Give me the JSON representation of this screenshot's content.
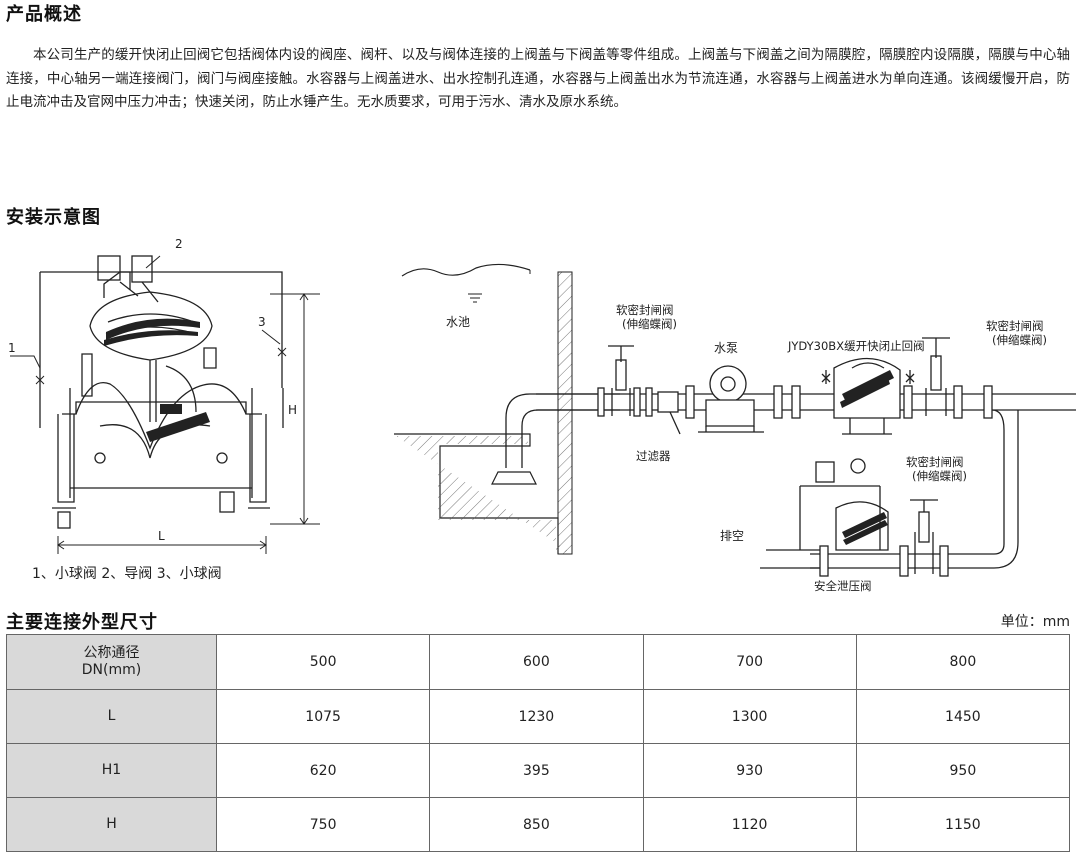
{
  "sections": {
    "overview_title": "产品概述",
    "overview_text": "本公司生产的缓开快闭止回阀它包括阀体内设的阀座、阀杆、以及与阀体连接的上阀盖与下阀盖等零件组成。上阀盖与下阀盖之间为隔膜腔，隔膜腔内设隔膜，隔膜与中心轴连接，中心轴另一端连接阀门，阀门与阀座接触。水容器与上阀盖进水、出水控制孔连通，水容器与上阀盖出水为节流连通，水容器与上阀盖进水为单向连通。该阀缓慢开启，防止电流冲击及官网中压力冲击；快速关闭，防止水锤产生。无水质要求，可用于污水、清水及原水系统。",
    "install_title": "安装示意图",
    "dims_title": "主要连接外型尺寸",
    "unit": "单位：mm"
  },
  "valve_diagram": {
    "callout_1": "1",
    "callout_2": "2",
    "callout_3": "3",
    "dim_H": "H",
    "dim_L": "L",
    "caption": "1、小球阀  2、导阀  3、小球阀"
  },
  "install_diagram": {
    "pool": "水池",
    "soft_valve_1a": "软密封闸阀",
    "soft_valve_1b": "(伸缩蝶阀)",
    "pump": "水泵",
    "check_valve": "JYDY30BX缓开快闭止回阀",
    "soft_valve_2a": "软密封闸阀",
    "soft_valve_2b": "(伸缩蝶阀)",
    "filter": "过滤器",
    "soft_valve_3a": "软密封闸阀",
    "soft_valve_3b": "(伸缩蝶阀)",
    "drain": "排空",
    "relief_valve": "安全泄压阀"
  },
  "dims_table": {
    "rows": [
      {
        "label_1": "公称通径",
        "label_2": "DN(mm)",
        "values": [
          "500",
          "600",
          "700",
          "800"
        ]
      },
      {
        "label_1": "L",
        "label_2": "",
        "values": [
          "1075",
          "1230",
          "1300",
          "1450"
        ]
      },
      {
        "label_1": "H1",
        "label_2": "",
        "values": [
          "620",
          "395",
          "930",
          "950"
        ]
      },
      {
        "label_1": "H",
        "label_2": "",
        "values": [
          "750",
          "850",
          "1120",
          "1150"
        ]
      }
    ]
  }
}
